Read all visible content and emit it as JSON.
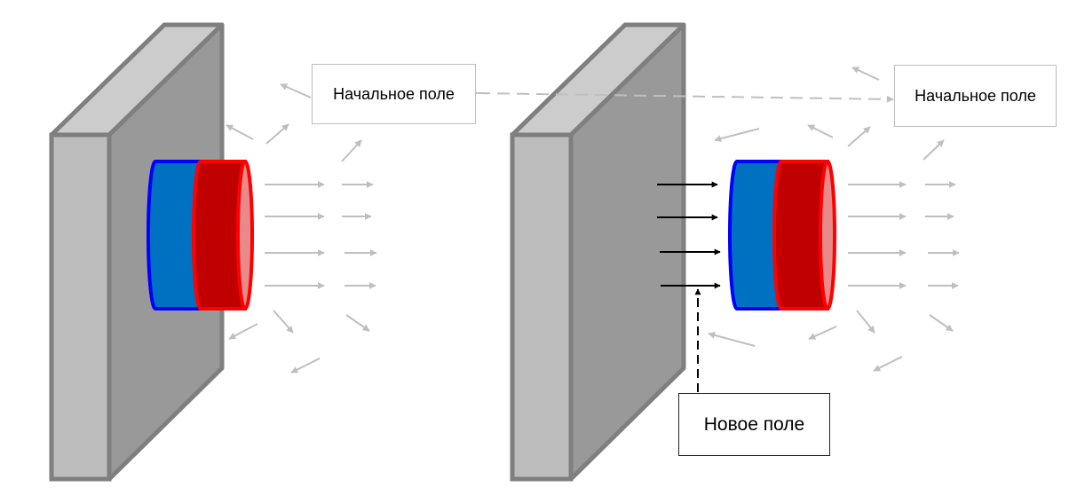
{
  "labels": {
    "initial_field_left": "Начальное поле",
    "initial_field_right": "Начальное поле",
    "new_field": "Новое поле"
  },
  "colors": {
    "plate_front": "#bdbdbd",
    "plate_top": "#cccccc",
    "plate_side": "#999999",
    "plate_edge": "#7f7f7f",
    "magnet_north": "#0070c0",
    "magnet_north_edge": "#0000ff",
    "magnet_south": "#c00000",
    "magnet_south_edge": "#ff0000",
    "field_arrow": "#bfbfbf",
    "new_field_arrow": "#000000"
  }
}
